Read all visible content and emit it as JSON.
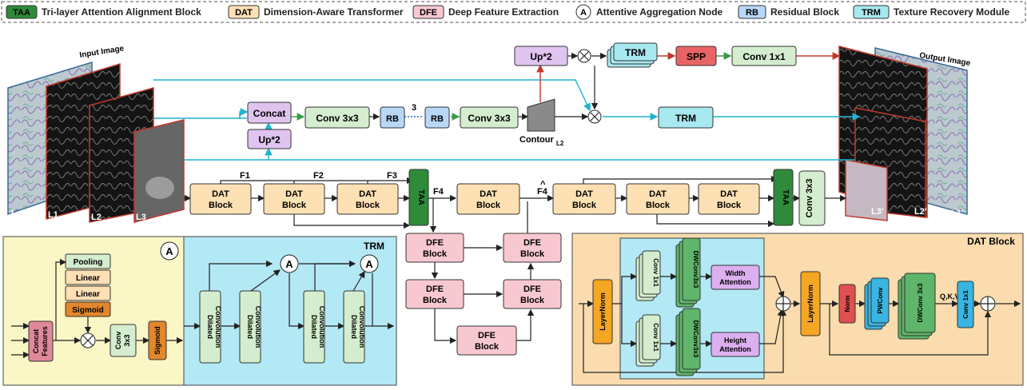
{
  "legend": [
    {
      "abbr": "TAA",
      "text": "Tri-layer Attention Alignment Block",
      "color": "#2e8b3a"
    },
    {
      "abbr": "DAT",
      "text": "Dimension-Aware Transformer",
      "color": "#fde0b3"
    },
    {
      "abbr": "DFE",
      "text": "Deep Feature Extraction",
      "color": "#f8c8d0"
    },
    {
      "abbr": "A",
      "text": "Attentive Aggregation Node",
      "color": "#ffffff"
    },
    {
      "abbr": "RB",
      "text": "Residual Block",
      "color": "#b8d8f8"
    },
    {
      "abbr": "TRM",
      "text": "Texture Recovery Module",
      "color": "#a8e8f0"
    }
  ],
  "main": {
    "input_label": "Input Image",
    "output_label": "Output Image",
    "input_layers": [
      "I",
      "L1",
      "L2",
      "L3"
    ],
    "output_layers": [
      "L3'",
      "L2'",
      "L1'",
      "I'"
    ],
    "concat": "Concat",
    "up2_left": "Up*2",
    "up2_top": "Up*2",
    "conv3x3_a": "Conv 3x3",
    "rb1": "RB",
    "rb_repeat": "3",
    "rb2": "RB",
    "conv3x3_b": "Conv 3x3",
    "contour": "Contour",
    "contour_sub": "L2",
    "trm_top": "TRM",
    "spp": "SPP",
    "conv1x1_top": "Conv 1x1",
    "trm_mid": "TRM",
    "dat_block_line1": "DAT",
    "dat_block_line2": "Block",
    "feature_labels": [
      "F1",
      "F2",
      "F3",
      "F4"
    ],
    "f4_hat": "F4",
    "taa": "TAA",
    "conv3x3_right": "Conv 3x3",
    "dfe_line1": "DFE",
    "dfe_line2": "Block"
  },
  "aan_panel": {
    "badge": "A",
    "pooling": "Pooling",
    "linear1": "Linear",
    "linear2": "Linear",
    "sigmoid_v": "Sigmoid",
    "concat_features": [
      "Concat",
      "Features"
    ],
    "conv": [
      "Conv",
      "3x3"
    ],
    "sigmoid_h": "Sigmoid"
  },
  "trm_panel": {
    "title": "TRM",
    "node": "A",
    "dilated": [
      "Dilated",
      "Convolution"
    ]
  },
  "dat_panel": {
    "title": "DAT Block",
    "layernorm": "LayerNorm",
    "conv1x1": "Conv 1x1",
    "dwconv": "DWConv3x3",
    "width_attention": [
      "Width",
      "Attention"
    ],
    "height_attention": [
      "Height",
      "Attention"
    ],
    "norm": "Norm",
    "pwconv": "PWConv",
    "dwconv3": "DWConv 3x3",
    "qkv": "Q,K,V",
    "conv1x1_out": "Conv 1x1"
  },
  "colors": {
    "dat": "#fde0b3",
    "dfe": "#f8c8d0",
    "rb": "#b8d8f8",
    "trm": "#a8e8f0",
    "taa": "#2e8b3a",
    "concat": "#e0c4f0",
    "conv": "#d4edcf",
    "spp": "#e86464",
    "contour": "#8a8a8a",
    "orange": "#f5a623",
    "cyanline": "#1fb3d0",
    "redline": "#c0392b",
    "aan_bg": "#fbf6c5",
    "trm_bg": "#b3e8f5",
    "dat_bg": "#fadcae"
  }
}
